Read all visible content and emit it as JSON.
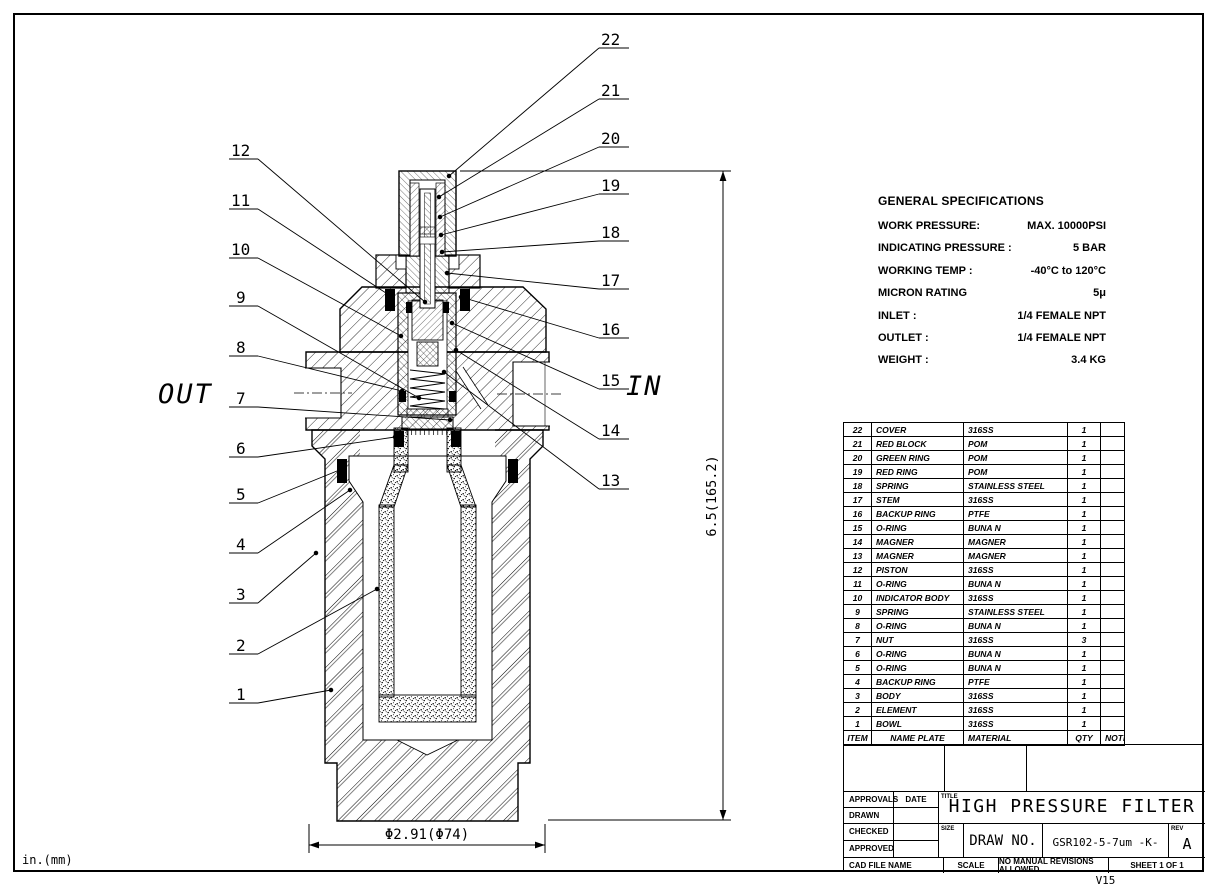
{
  "sheet": {
    "units_note": "in.(mm)"
  },
  "drawing": {
    "labels": {
      "out": "OUT",
      "in": "IN"
    },
    "dimensions": {
      "height": "6.5(165.2)",
      "diameter": "Φ2.91(Φ74)"
    },
    "callouts": [
      "1",
      "2",
      "3",
      "4",
      "5",
      "6",
      "7",
      "8",
      "9",
      "10",
      "11",
      "12",
      "13",
      "14",
      "15",
      "16",
      "17",
      "18",
      "19",
      "20",
      "21",
      "22"
    ]
  },
  "specs": {
    "title": "GENERAL SPECIFICATIONS",
    "rows": [
      {
        "label": "WORK PRESSURE:",
        "value": "MAX. 10000PSI"
      },
      {
        "label": "INDICATING PRESSURE :",
        "value": "5 BAR"
      },
      {
        "label": "WORKING TEMP :",
        "value": "-40°C to 120°C"
      },
      {
        "label": "MICRON RATING",
        "value": "5μ"
      },
      {
        "label": "INLET :",
        "value": "1/4 FEMALE NPT"
      },
      {
        "label": "OUTLET :",
        "value": "1/4 FEMALE NPT"
      },
      {
        "label": "WEIGHT :",
        "value": "3.4 KG"
      }
    ]
  },
  "bom": {
    "header": {
      "item": "ITEM",
      "name": "NAME PLATE",
      "material": "MATERIAL",
      "qty": "QTY",
      "note": "NOTE"
    },
    "rows": [
      {
        "item": "22",
        "name": "COVER",
        "material": "316SS",
        "qty": "1",
        "note": ""
      },
      {
        "item": "21",
        "name": "RED BLOCK",
        "material": "POM",
        "qty": "1",
        "note": ""
      },
      {
        "item": "20",
        "name": "GREEN RING",
        "material": "POM",
        "qty": "1",
        "note": ""
      },
      {
        "item": "19",
        "name": "RED RING",
        "material": "POM",
        "qty": "1",
        "note": ""
      },
      {
        "item": "18",
        "name": "SPRING",
        "material": "STAINLESS STEEL",
        "qty": "1",
        "note": ""
      },
      {
        "item": "17",
        "name": "STEM",
        "material": "316SS",
        "qty": "1",
        "note": ""
      },
      {
        "item": "16",
        "name": "BACKUP RING",
        "material": "PTFE",
        "qty": "1",
        "note": ""
      },
      {
        "item": "15",
        "name": "O-RING",
        "material": "BUNA N",
        "qty": "1",
        "note": ""
      },
      {
        "item": "14",
        "name": "MAGNER",
        "material": "MAGNER",
        "qty": "1",
        "note": ""
      },
      {
        "item": "13",
        "name": "MAGNER",
        "material": "MAGNER",
        "qty": "1",
        "note": ""
      },
      {
        "item": "12",
        "name": "PISTON",
        "material": "316SS",
        "qty": "1",
        "note": ""
      },
      {
        "item": "11",
        "name": "O-RING",
        "material": "BUNA N",
        "qty": "1",
        "note": ""
      },
      {
        "item": "10",
        "name": "INDICATOR BODY",
        "material": "316SS",
        "qty": "1",
        "note": ""
      },
      {
        "item": "9",
        "name": "SPRING",
        "material": "STAINLESS STEEL",
        "qty": "1",
        "note": ""
      },
      {
        "item": "8",
        "name": "O-RING",
        "material": "BUNA N",
        "qty": "1",
        "note": ""
      },
      {
        "item": "7",
        "name": "NUT",
        "material": "316SS",
        "qty": "3",
        "note": ""
      },
      {
        "item": "6",
        "name": "O-RING",
        "material": "BUNA N",
        "qty": "1",
        "note": ""
      },
      {
        "item": "5",
        "name": "O-RING",
        "material": "BUNA N",
        "qty": "1",
        "note": ""
      },
      {
        "item": "4",
        "name": "BACKUP RING",
        "material": "PTFE",
        "qty": "1",
        "note": ""
      },
      {
        "item": "3",
        "name": "BODY",
        "material": "316SS",
        "qty": "1",
        "note": ""
      },
      {
        "item": "2",
        "name": "ELEMENT",
        "material": "316SS",
        "qty": "1",
        "note": ""
      },
      {
        "item": "1",
        "name": "BOWL",
        "material": "316SS",
        "qty": "1",
        "note": ""
      }
    ]
  },
  "titleblock": {
    "approvals_label": "APPROVALS",
    "date_label": "DATE",
    "drawn_label": "DRAWN",
    "checked_label": "CHECKED",
    "approved_label": "APPROVED",
    "cad_file_label": "CAD FILE NAME",
    "title_label": "TITLE",
    "title": "HIGH PRESSURE FILTER",
    "size_label": "SIZE",
    "draw_no_label": "DRAW NO.",
    "drawing_number": "GSR102-5-7um -K-V15",
    "rev_label": "REV",
    "rev": "A",
    "scale_label": "SCALE",
    "revisions_note": "NO MANUAL REVISIONS ALLOWED",
    "sheet_label": "SHEET 1 OF 1"
  }
}
